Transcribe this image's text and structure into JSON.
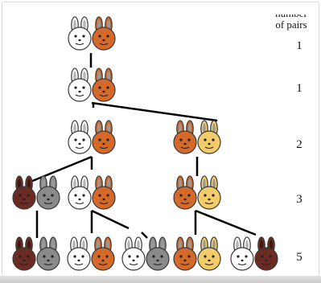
{
  "header": {
    "line1": "number",
    "line2": "of pairs"
  },
  "counts": [
    "1",
    "1",
    "2",
    "3",
    "5"
  ],
  "colors": {
    "white": "#ffffff",
    "orange": "#d4692a",
    "gray": "#8a8a8a",
    "yellow": "#f3cc6a",
    "brown": "#6b2a22",
    "line": "#000000"
  },
  "generations": [
    [
      [
        "white",
        "orange"
      ]
    ],
    [
      [
        "white",
        "orange"
      ]
    ],
    [
      [
        "white",
        "orange"
      ],
      [
        "orange",
        "yellow"
      ]
    ],
    [
      [
        "brown",
        "gray"
      ],
      [
        "white",
        "orange"
      ],
      [
        "orange",
        "yellow"
      ]
    ],
    [
      [
        "brown",
        "gray"
      ],
      [
        "white",
        "orange"
      ],
      [
        "white",
        "gray"
      ],
      [
        "orange",
        "yellow"
      ],
      [
        "white",
        "brown"
      ]
    ]
  ]
}
